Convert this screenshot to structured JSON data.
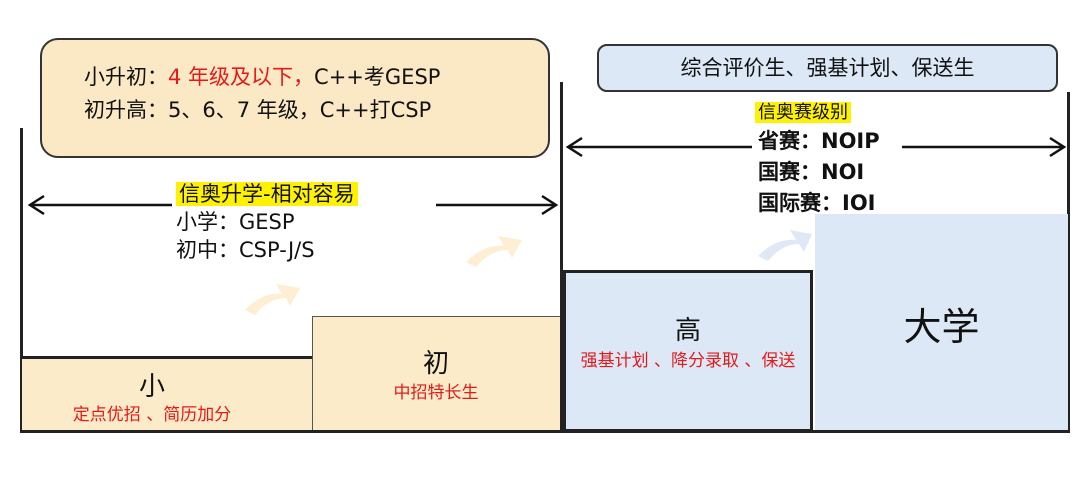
{
  "top_left_box": {
    "line1_prefix": "小升初：",
    "line1_red": "4 年级及以下，",
    "line1_suffix": "C++考GESP",
    "line2": "初升高：5、6、7 年级，C++打CSP"
  },
  "top_right_box": {
    "text": "综合评价生、强基计划、保送生"
  },
  "left_section": {
    "title": "信奥升学-相对容易",
    "line1": "小学：GESP",
    "line2": "初中：CSP-J/S"
  },
  "right_section": {
    "title": "信奥赛级别",
    "lines": [
      "省赛：NOIP",
      "国赛：NOI",
      "国际赛：IOI"
    ]
  },
  "stages": {
    "small": {
      "name": "小",
      "desc": "定点优招 、简历加分"
    },
    "middle": {
      "name": "初",
      "desc": "中招特长生"
    },
    "high": {
      "name": "高",
      "desc": "强基计划 、降分录取 、保送"
    },
    "university": {
      "name": "大学"
    }
  },
  "colors": {
    "warm_fill": "#fcebc8",
    "cool_fill": "#dce8f5",
    "highlight": "#fff200",
    "red_text": "#e41a1a"
  }
}
